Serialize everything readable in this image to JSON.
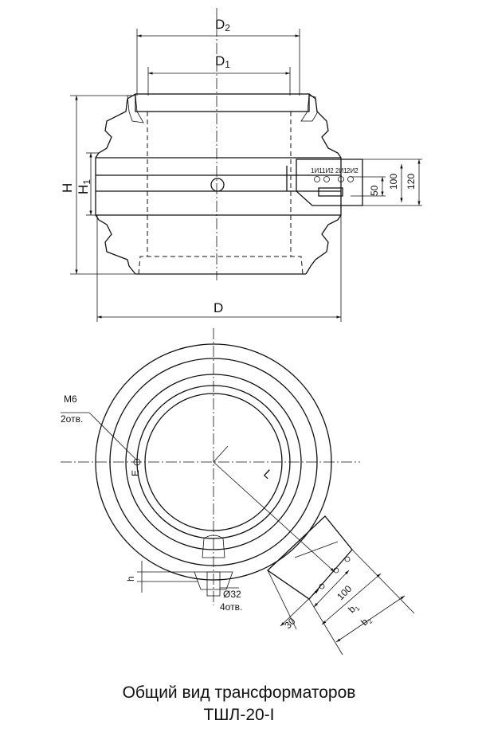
{
  "caption": {
    "line1": "Общий вид трансформаторов",
    "line2": "ТШЛ-20-I"
  },
  "side_view": {
    "dims": {
      "d2": "D",
      "d2_sub": "2",
      "d1": "D",
      "d1_sub": "1",
      "h": "H",
      "h1": "H",
      "h1_sub": "1",
      "d": "D",
      "dim_50": "50",
      "dim_100": "100",
      "dim_120": "120"
    },
    "terminals": {
      "t1": "1И1",
      "t2": "1И2",
      "t3": "2И1",
      "t4": "2И2"
    }
  },
  "top_view": {
    "m6": "M6",
    "m6_holes": "2отв.",
    "e_mark": "E",
    "l": "L",
    "h": "h",
    "dia": "Ø32",
    "dia_holes": "4отв.",
    "dim_30": "30",
    "dim_100": "100",
    "b1": "b",
    "b1_sub": "1",
    "b2": "b",
    "b2_sub": "2"
  }
}
